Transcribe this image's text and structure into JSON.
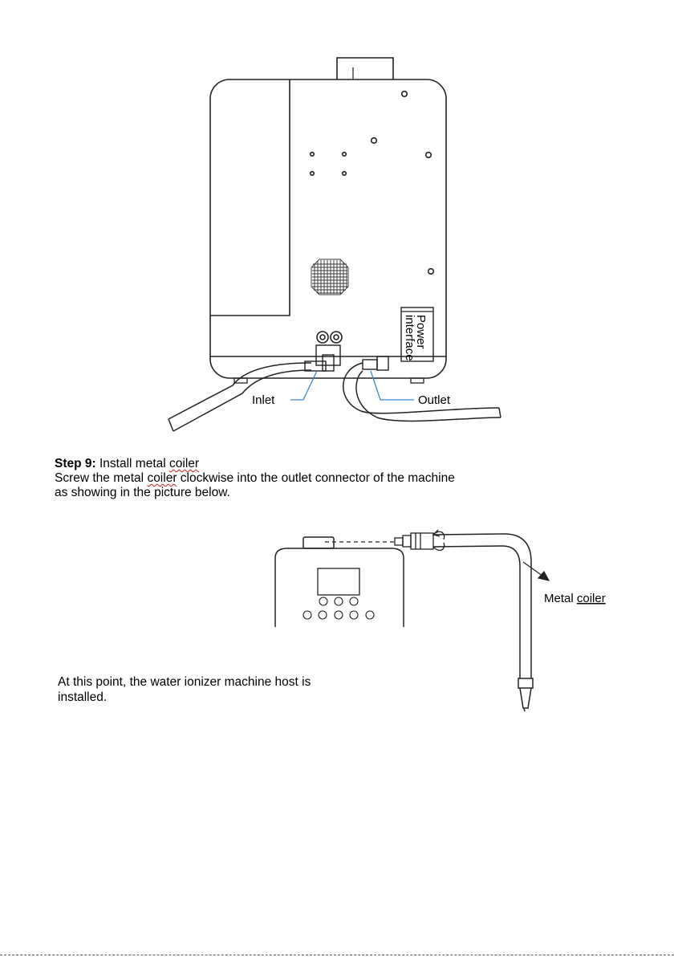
{
  "figure1": {
    "label_power": "Power",
    "label_interface": "interface",
    "label_inlet": "Inlet",
    "label_outlet": "Outlet",
    "callout_color": "#3d86d8"
  },
  "step": {
    "title": "Step 9:",
    "title_rest": " Install metal ",
    "title_word": "coiler",
    "line2_a": "Screw the metal ",
    "line2_word": "coiler",
    "line2_b": " clockwise into the outlet connector of the machine",
    "line3": "as showing in the picture below."
  },
  "figure2": {
    "label_metal": "Metal ",
    "label_coiler": "coiler"
  },
  "final": {
    "line1": "At this point, the water ionizer machine host is",
    "line2": "installed."
  }
}
